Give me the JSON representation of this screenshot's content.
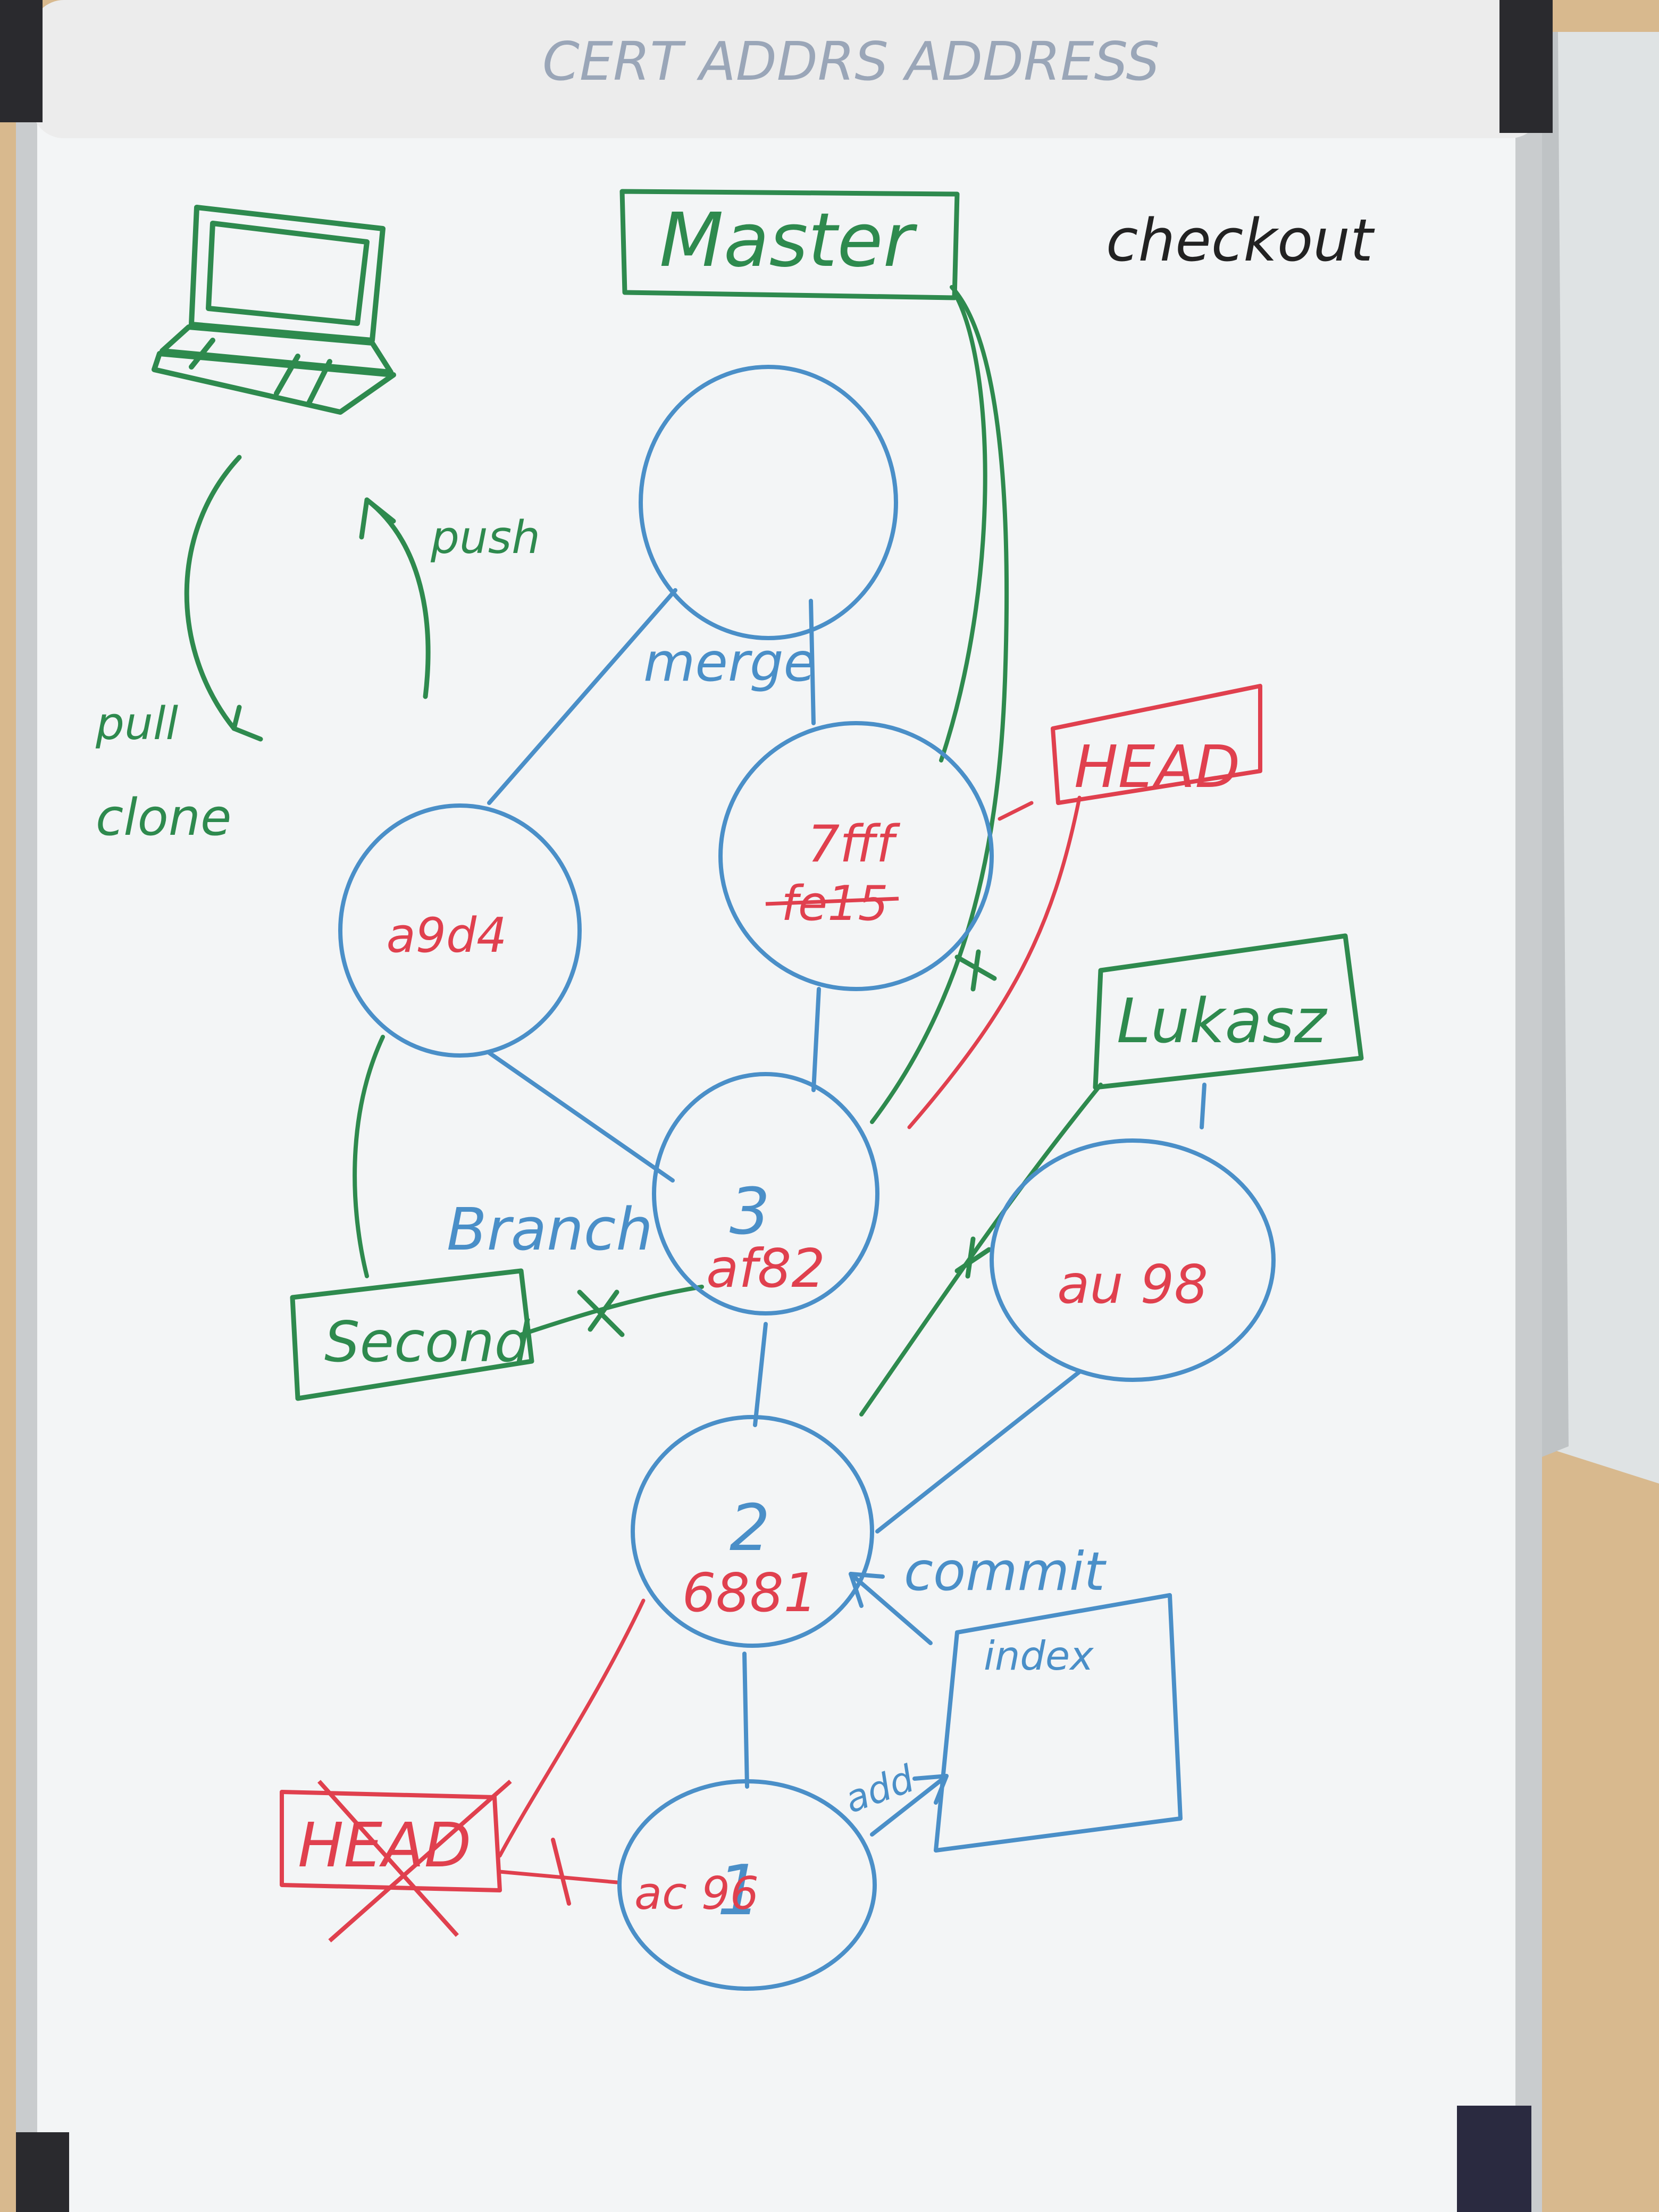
{
  "colors": {
    "blue": "#4a8fc8",
    "green": "#2e8a4e",
    "red": "#e0404e",
    "black": "#222222",
    "board": "#f3f5f6",
    "wall": "#d8b98e",
    "frame": "#c9ccce",
    "pad": "#ececec"
  },
  "top_strip": {
    "scribble": "CERT  ADDRS  ADDRESS"
  },
  "labels": {
    "master": "Master",
    "checkout": "checkout",
    "push": "push",
    "pull": "pull",
    "clone": "clone",
    "merge": "merge",
    "branch": "Branch",
    "commit": "commit",
    "add": "add",
    "index": "index",
    "head_current": "HEAD",
    "head_old": "HEAD",
    "second": "Second",
    "lukasz": "Lukasz"
  },
  "commits": {
    "merge_top": {
      "hash": ""
    },
    "merge_commit": {
      "hash": "7fff",
      "hash_struck": "fe15"
    },
    "left_commit": {
      "hash": "a9d4"
    },
    "commit3": {
      "number": "3",
      "hash": "af82"
    },
    "right_commit": {
      "hash": "au 98"
    },
    "commit2": {
      "number": "2",
      "hash": "6881"
    },
    "commit1": {
      "number": "1",
      "hash": "ac 96"
    }
  }
}
